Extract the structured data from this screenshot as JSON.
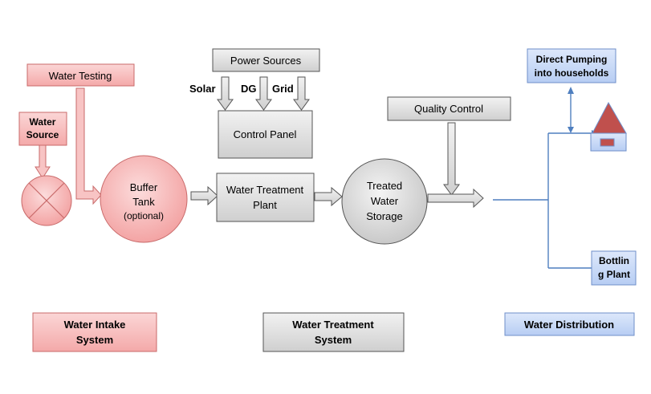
{
  "colors": {
    "pink_fill": "#f6b8b8",
    "pink_stroke": "#c96a6a",
    "gray_fill": "#e4e4e4",
    "gray_stroke": "#555555",
    "blue_fill": "#c9daf8",
    "blue_stroke": "#6f8fc9",
    "blue_line": "#4f7fbf",
    "house_roof": "#c0504d"
  },
  "intake": {
    "water_testing": "Water Testing",
    "water_source_line1": "Water",
    "water_source_line2": "Source",
    "buffer_line1": "Buffer",
    "buffer_line2": "Tank",
    "buffer_line3": "(optional)"
  },
  "treatment": {
    "power_sources": "Power Sources",
    "solar": "Solar",
    "dg": "DG",
    "grid": "Grid",
    "control_panel": "Control Panel",
    "plant_line1": "Water Treatment",
    "plant_line2": "Plant",
    "storage_line1": "Treated",
    "storage_line2": "Water",
    "storage_line3": "Storage",
    "quality_control": "Quality Control"
  },
  "distribution": {
    "direct_line1": "Direct Pumping",
    "direct_line2": "into households",
    "bottling_line1": "Bottlin",
    "bottling_line2": "g Plant"
  },
  "legend": {
    "intake_line1": "Water Intake",
    "intake_line2": "System",
    "treatment_line1": "Water Treatment",
    "treatment_line2": "System",
    "distribution": "Water Distribution"
  }
}
